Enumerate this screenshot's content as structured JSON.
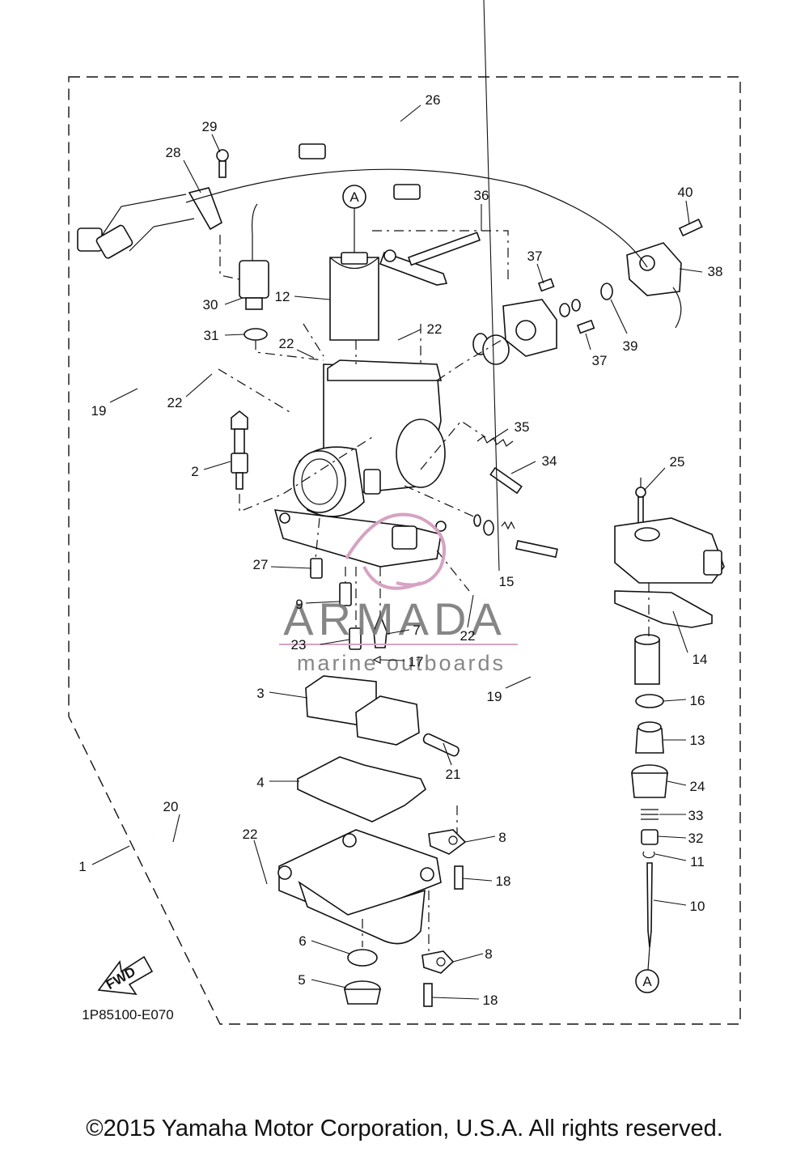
{
  "diagram": {
    "catalog_code": "1P85100-E070",
    "fwd_label": "FWD",
    "circle_ref": "A",
    "callouts": [
      "1",
      "2",
      "3",
      "4",
      "5",
      "6",
      "7",
      "8",
      "9",
      "10",
      "11",
      "12",
      "13",
      "14",
      "15",
      "16",
      "17",
      "18",
      "19",
      "20",
      "21",
      "22",
      "23",
      "24",
      "25",
      "26",
      "27",
      "28",
      "29",
      "30",
      "31",
      "32",
      "33",
      "34",
      "35",
      "36",
      "37",
      "38",
      "39",
      "40"
    ]
  },
  "watermark": {
    "brand": "ARMADA",
    "tagline": "marine outboards",
    "logo_color": "#d6a3c2"
  },
  "footer": {
    "copyright": "©2015 Yamaha Motor Corporation, U.S.A. All rights reserved."
  }
}
